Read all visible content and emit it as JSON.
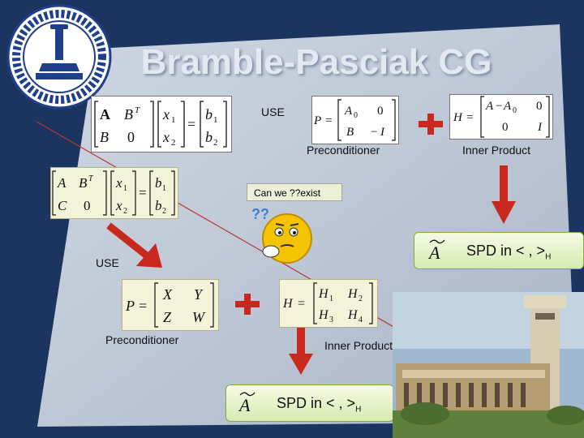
{
  "slide": {
    "title": "Bramble-Pasciak CG",
    "use_label_top": "USE",
    "preconditioner_label_top": "Preconditioner",
    "inner_product_label_top": "Inner Product",
    "tooltip": "Can  we ??exist",
    "use_label_left": "USE",
    "preconditioner_label_bottom": "Preconditioner",
    "inner_product_label_bottom": "Inner Product",
    "spd_text": "SPD  in  < , >",
    "spd_sub": "H",
    "question_marks": "??",
    "colors": {
      "accent_red": "#c8281e",
      "frame": "#1b3560",
      "title": "#e4e9f1"
    }
  }
}
